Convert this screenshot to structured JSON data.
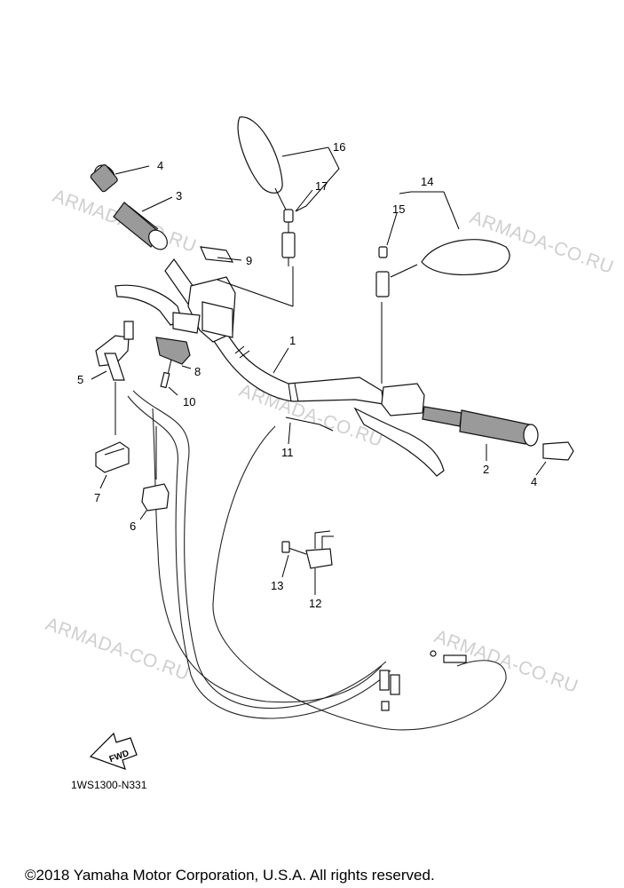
{
  "watermarks": [
    "ARMADA-CO.RU",
    "ARMADA-CO.RU",
    "ARMADA-CO.RU",
    "ARMADA-CO.RU",
    "ARMADA-CO.RU"
  ],
  "callouts": [
    {
      "id": "callout-1",
      "text": "1"
    },
    {
      "id": "callout-2",
      "text": "2"
    },
    {
      "id": "callout-3",
      "text": "3"
    },
    {
      "id": "callout-4-top",
      "text": "4"
    },
    {
      "id": "callout-4-right",
      "text": "4"
    },
    {
      "id": "callout-5",
      "text": "5"
    },
    {
      "id": "callout-6",
      "text": "6"
    },
    {
      "id": "callout-7",
      "text": "7"
    },
    {
      "id": "callout-8",
      "text": "8"
    },
    {
      "id": "callout-9",
      "text": "9"
    },
    {
      "id": "callout-10",
      "text": "10"
    },
    {
      "id": "callout-11",
      "text": "11"
    },
    {
      "id": "callout-12",
      "text": "12"
    },
    {
      "id": "callout-13",
      "text": "13"
    },
    {
      "id": "callout-14",
      "text": "14"
    },
    {
      "id": "callout-15",
      "text": "15"
    },
    {
      "id": "callout-16",
      "text": "16"
    },
    {
      "id": "callout-17",
      "text": "17"
    }
  ],
  "fwd_label": "FWD",
  "diagram_code": "1WS1300-N331",
  "copyright": "©2018 Yamaha Motor Corporation, U.S.A. All rights reserved.",
  "icons": [
    "fwd-arrow-icon"
  ]
}
